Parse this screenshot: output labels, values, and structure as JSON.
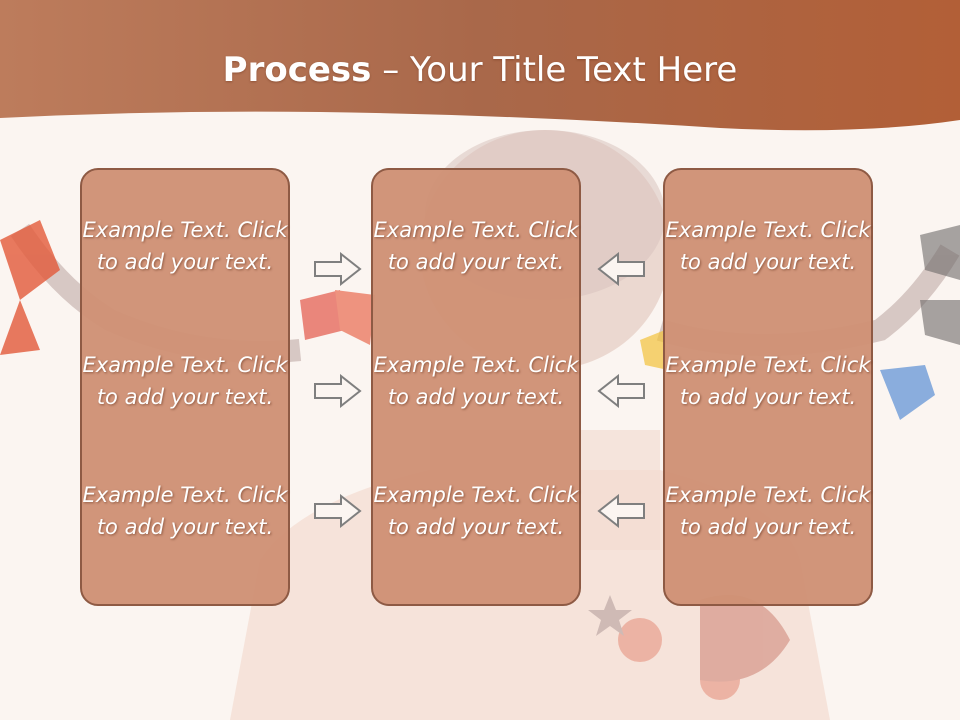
{
  "slide": {
    "title_bold": "Process",
    "title_separator": " – ",
    "title_rest": "Your Title Text Here",
    "columns": [
      {
        "items": [
          "Example Text. Click  to add your text.",
          "Example Text. Click  to add your text.",
          "Example Text. Click  to add your text."
        ]
      },
      {
        "items": [
          "Example Text. Click  to add your text.",
          "Example Text. Click  to add your text.",
          "Example Text. Click  to add your text."
        ]
      },
      {
        "items": [
          "Example Text. Click  to add your text.",
          "Example Text. Click  to add your text.",
          "Example Text. Click  to add your text."
        ]
      }
    ],
    "arrows": {
      "left_group": "arrow-right-icon",
      "right_group": "arrow-left-icon"
    }
  },
  "colors": {
    "header": "#b8663f",
    "box_fill": "#cf9175",
    "box_border": "#8e5a44",
    "background": "#fbf5f1",
    "text": "#ffffff"
  }
}
